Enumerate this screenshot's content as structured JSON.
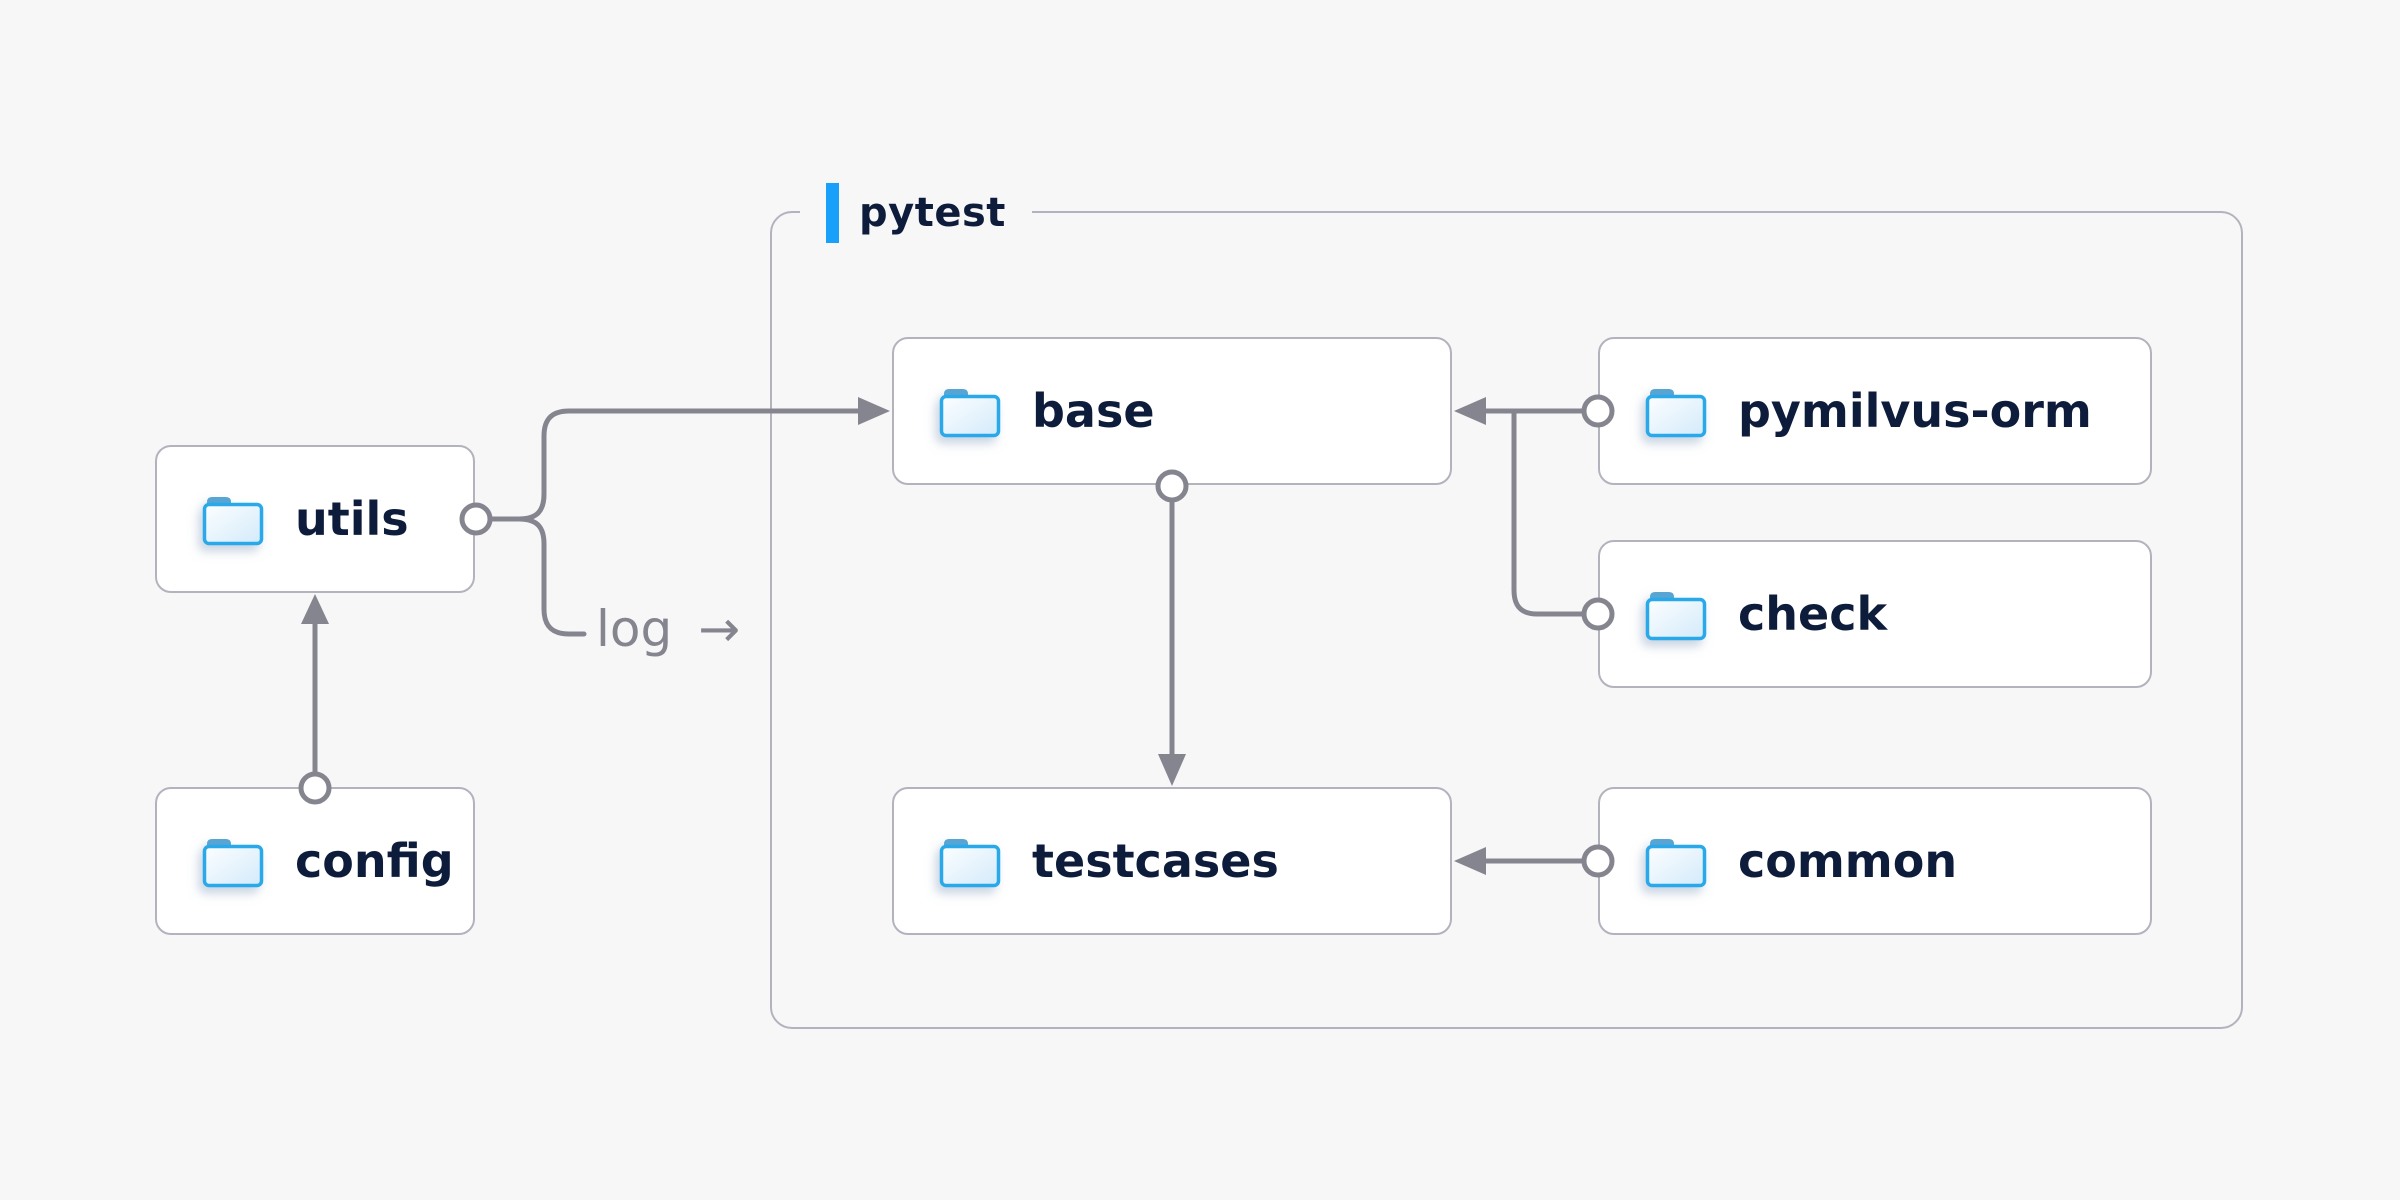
{
  "diagram": {
    "group": {
      "label": "pytest"
    },
    "nodes": {
      "utils": {
        "label": "utils",
        "icon": "folder-icon"
      },
      "config": {
        "label": "config",
        "icon": "folder-icon"
      },
      "base": {
        "label": "base",
        "icon": "folder-icon"
      },
      "pymilvus-orm": {
        "label": "pymilvus-orm",
        "icon": "folder-icon"
      },
      "check": {
        "label": "check",
        "icon": "folder-icon"
      },
      "testcases": {
        "label": "testcases",
        "icon": "folder-icon"
      },
      "common": {
        "label": "common",
        "icon": "folder-icon"
      }
    },
    "edge_label": {
      "text": "log",
      "arrow": "→"
    },
    "edges": [
      {
        "from": "config",
        "to": "utils"
      },
      {
        "from": "utils",
        "to": "base"
      },
      {
        "from": "utils",
        "to": "pytest",
        "label": "log"
      },
      {
        "from": "pymilvus-orm",
        "to": "base"
      },
      {
        "from": "check",
        "to": "base"
      },
      {
        "from": "base",
        "to": "testcases"
      },
      {
        "from": "common",
        "to": "testcases"
      }
    ],
    "colors": {
      "background": "#f7f7f8",
      "node_bg": "#ffffff",
      "node_border": "#b3b3be",
      "connector": "#85858f",
      "text": "#0e1c3c",
      "accent_bar": "#18a0fb",
      "folder_outline": "#29a9e9",
      "folder_tab": "#58a4d2",
      "muted_label": "#85858f"
    }
  }
}
